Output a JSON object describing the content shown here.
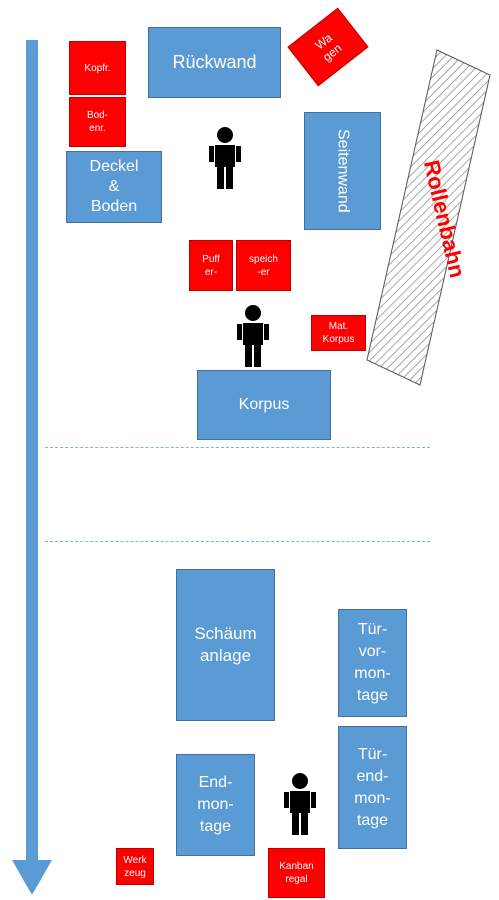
{
  "colors": {
    "station": "#5b9bd5",
    "storage": "#ff0000",
    "arrow": "#5b9bd5",
    "person": "#000000"
  },
  "stations": {
    "rueckwand": "Rückwand",
    "seitenwand": "Seitenwand",
    "deckel_boden": "Deckel\n&\nBoden",
    "korpus": "Korpus",
    "schaeumanlage": "Schäum\nanlage",
    "tuervormontage": "Tür-\nvor-\nmon-\ntage",
    "tuerendmontage": "Tür-\nend-\nmon-\ntage",
    "endmontage": "End-\nmon-\ntage"
  },
  "storage": {
    "kopfr": "Kopfr.",
    "bodenr": "Bod-\nenr.",
    "wagen": "Wa\ngen",
    "puffer": "Puff\ner-",
    "speicher": "speich\n-er",
    "mat_korpus": "Mat.\nKorpus",
    "werkzeug": "Werk\nzeug",
    "kanbanregal": "Kanban\nregal"
  },
  "conveyor": {
    "label": "Rollenbahn"
  },
  "icons": {
    "flow_arrow": "arrow-down-icon",
    "worker": "person-icon"
  }
}
